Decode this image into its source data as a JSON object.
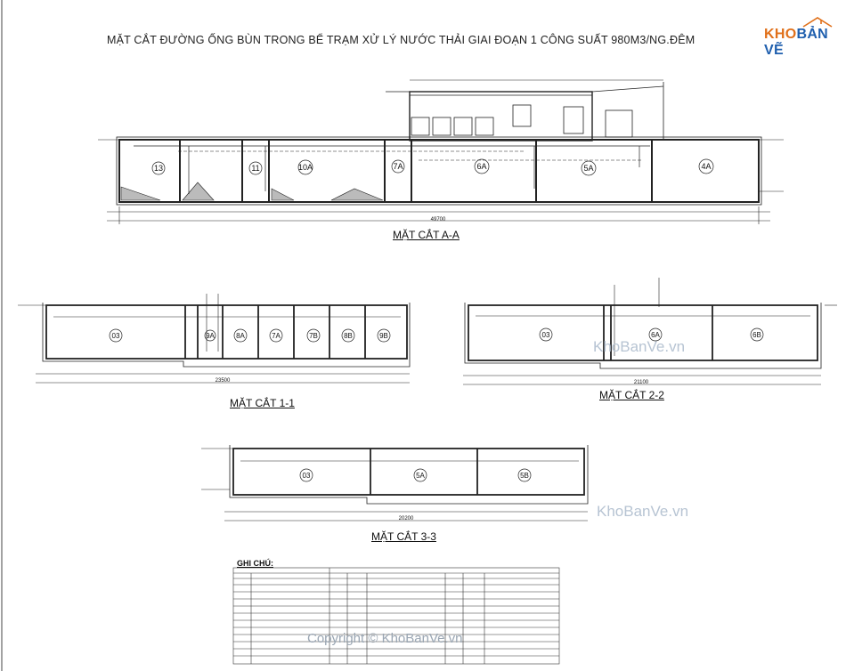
{
  "title": "MẶT CẮT ĐƯỜNG ỐNG BÙN TRONG BỂ TRẠM XỬ LÝ NƯỚC THẢI  GIAI ĐOẠN 1 CÔNG SUẤT 980M3/NG.ĐÊM",
  "logo": {
    "prefix": "KHO",
    "suffix": "BẢN VẼ"
  },
  "sections": {
    "aa": {
      "caption": "MẶT CẮT A-A",
      "tanks": [
        "13",
        "11",
        "10A",
        "7A",
        "6A",
        "5A",
        "4A"
      ],
      "overall_dim": "49700"
    },
    "s11": {
      "caption": "MẶT CẮT 1-1",
      "tanks": [
        "03",
        "9A",
        "8A",
        "7A",
        "7B",
        "8B",
        "9B"
      ],
      "overall_dim": "23500"
    },
    "s22": {
      "caption": "MẶT CẮT 2-2",
      "tanks": [
        "03",
        "6A",
        "6B"
      ],
      "overall_dim": "21100"
    },
    "s33": {
      "caption": "MẶT CẮT 3-3",
      "tanks": [
        "03",
        "5A",
        "5B"
      ],
      "overall_dim": "20200"
    }
  },
  "notes_title": "GHI CHÚ:",
  "watermarks": {
    "main": "KhoBanVe.vn",
    "copyright": "Copyright © KhoBanVe.vn"
  }
}
